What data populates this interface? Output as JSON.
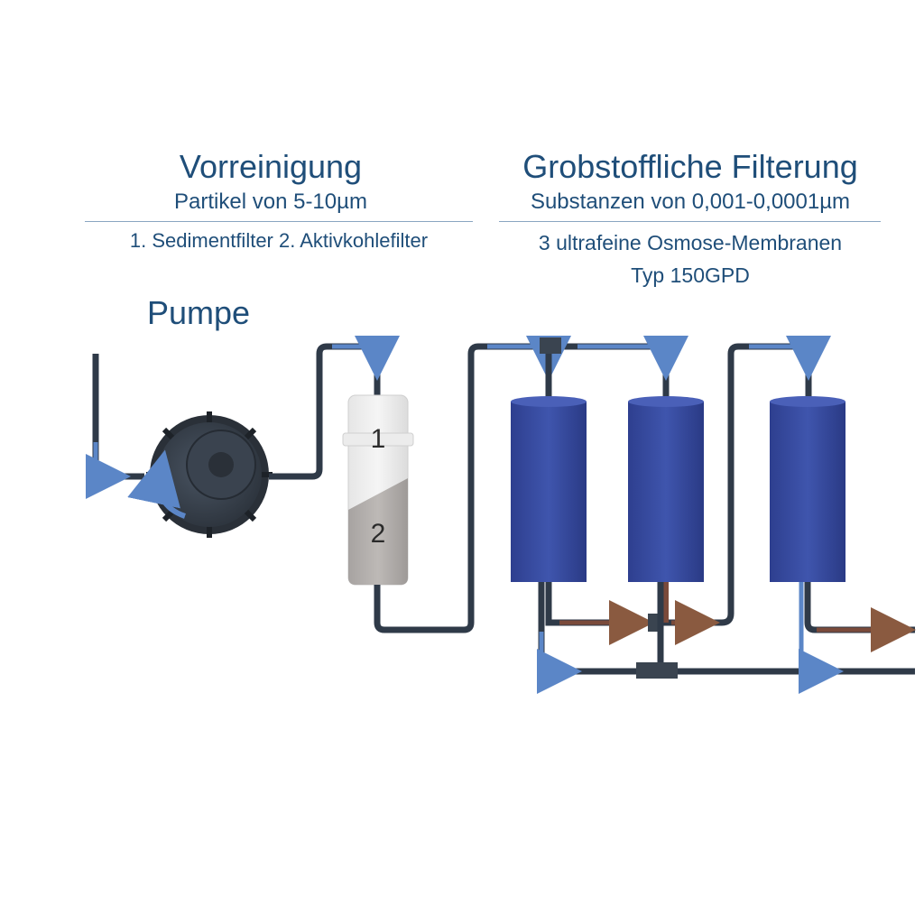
{
  "pretreatment": {
    "title": "Vorreinigung",
    "subtitle": "Partikel von 5-10µm",
    "description": "1. Sedimentfilter 2. Aktivkohlefilter"
  },
  "coarse_filtering": {
    "title": "Grobstoffliche Filterung",
    "subtitle": "Substanzen von 0,001-0,0001µm",
    "description_line1": "3 ultrafeine Osmose-Membranen",
    "description_line2": "Typ 150GPD"
  },
  "pump": {
    "label": "Pumpe"
  },
  "prefilter": {
    "stage1": "1",
    "stage2": "2"
  },
  "colors": {
    "heading": "#1f4e79",
    "pipe_dark": "#2f3a48",
    "flow_arrow": "#5b86c7",
    "membrane": "#3b4fa3",
    "brine": "#7a4a3a"
  }
}
